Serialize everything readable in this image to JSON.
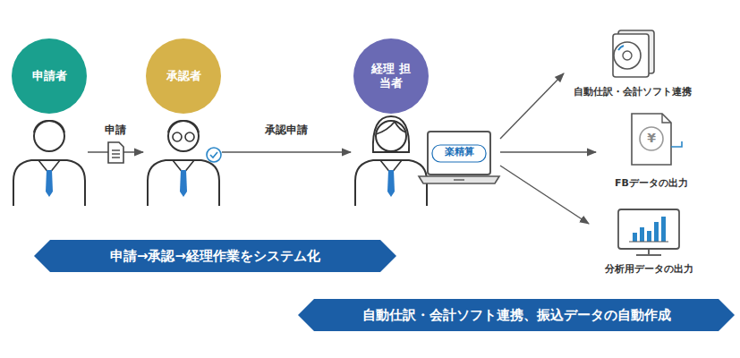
{
  "diagram": {
    "nodes": [
      {
        "text": [
          "申請者"
        ]
      },
      {
        "text": [
          "承認者"
        ]
      },
      {
        "text": [
          "経理 担当者"
        ]
      },
      {
        "text": [
          "楽精算"
        ]
      },
      {
        "text": [
          "自動仕訳・会計ソフト連携"
        ]
      },
      {
        "text": [
          "¥",
          "FBデータの出力"
        ]
      },
      {
        "text": [
          "分析用データの出力"
        ]
      },
      {
        "text": [
          "申請→承認→経理作業をシステム化"
        ]
      },
      {
        "text": [
          "自動仕訳・会計ソフト連携、振込データの自動作成"
        ]
      }
    ],
    "edges": [
      {
        "from": 0,
        "to": 1,
        "label": "申請",
        "arrow": "to"
      },
      {
        "from": 1,
        "to": 2,
        "label": "承認申請",
        "arrow": "to"
      },
      {
        "from": 3,
        "to": 4,
        "arrow": "to"
      },
      {
        "from": 3,
        "to": 5,
        "arrow": "to"
      },
      {
        "from": 3,
        "to": 6,
        "arrow": "to"
      }
    ]
  }
}
